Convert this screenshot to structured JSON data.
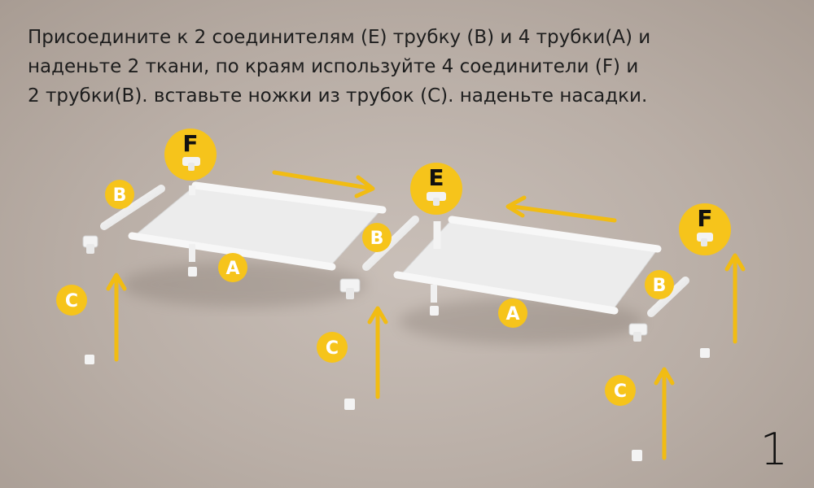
{
  "instruction": {
    "line1": "Присоедините к 2 соединителям (E) трубку (B)  и 4 трубки(A) и",
    "line2": "наденьте 2 ткани, по краям используйте 4 соединители (F) и",
    "line3": "2 трубки(B). вставьте ножки из трубок (C). наденьте насадки."
  },
  "page_number": "1",
  "labels": {
    "F": "F",
    "E": "E",
    "B": "B",
    "A": "A",
    "C": "C"
  },
  "colors": {
    "badge": "#f6c41b",
    "arrow": "#f1bc13",
    "pipe": "#f5f5f5",
    "fabric": "#e9e9e9"
  }
}
